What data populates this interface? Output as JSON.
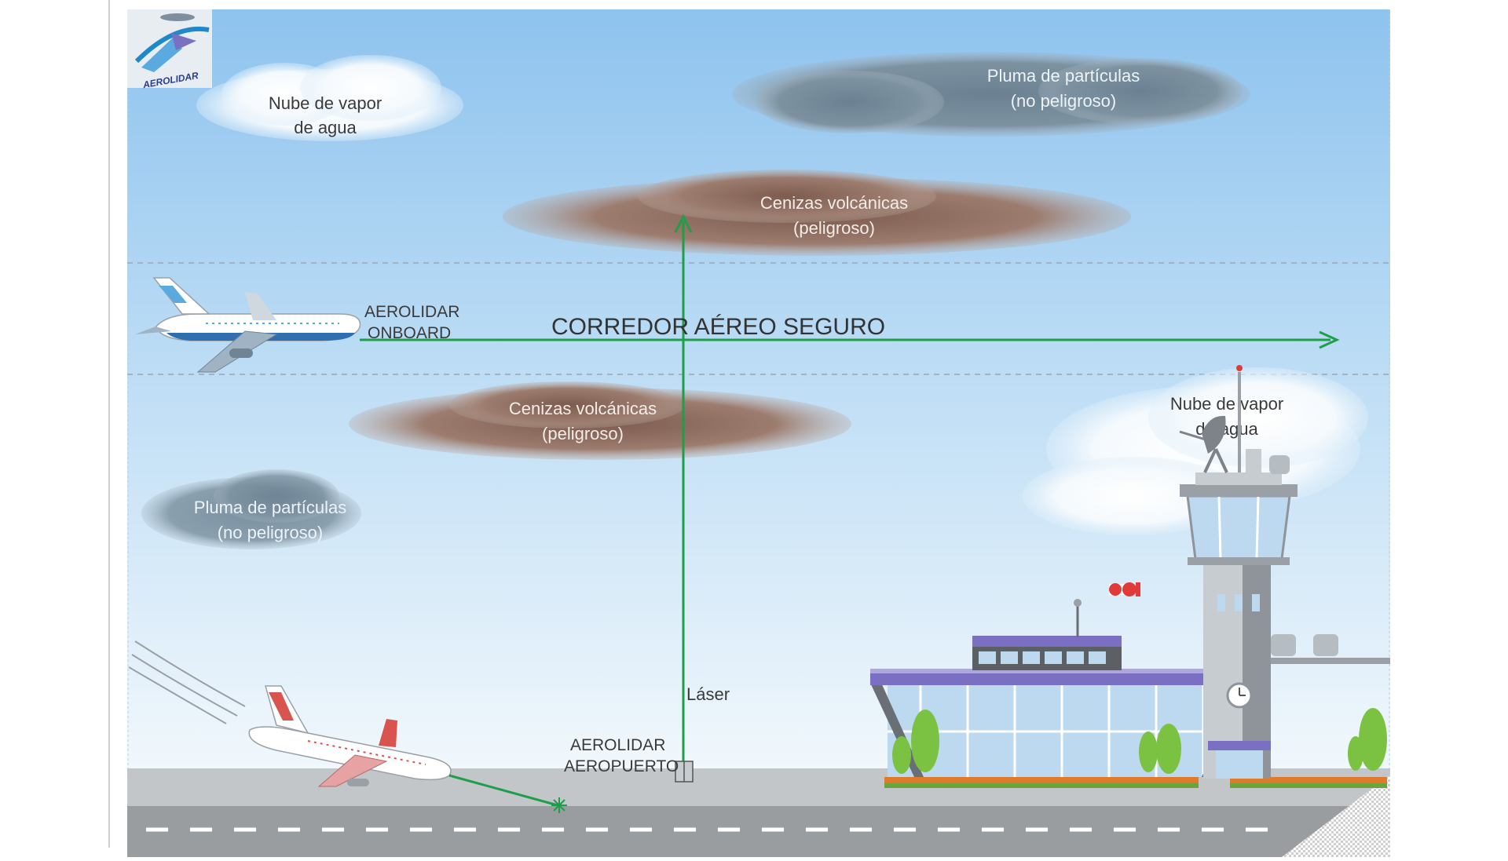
{
  "logo": {
    "text": "AEROLIDAR"
  },
  "clouds": {
    "water_vapor_top": {
      "line1": "Nube de vapor",
      "line2": "de agua"
    },
    "particle_plume_top": {
      "line1": "Pluma de partículas",
      "line2": "(no peligroso)"
    },
    "volcanic_ash_upper": {
      "line1": "Cenizas volcánicas",
      "line2": "(peligroso)"
    },
    "volcanic_ash_lower": {
      "line1": "Cenizas volcánicas",
      "line2": "(peligroso)"
    },
    "particle_plume_left": {
      "line1": "Pluma de partículas",
      "line2": "(no peligroso)"
    },
    "water_vapor_right": {
      "line1": "Nube de vapor",
      "line2": "de agua"
    }
  },
  "labels": {
    "onboard_line1": "AEROLIDAR",
    "onboard_line2": "ONBOARD",
    "corridor": "CORREDOR AÉREO SEGURO",
    "laser": "Láser",
    "airport_line1": "AEROLIDAR",
    "airport_line2": "AEROPUERTO"
  },
  "colors": {
    "beam": "#1f9e4a",
    "ash": "#8a6a5c",
    "plume": "#6f8596",
    "sky_top": "#8ec3ee",
    "sky_bottom": "#eef6fb"
  }
}
